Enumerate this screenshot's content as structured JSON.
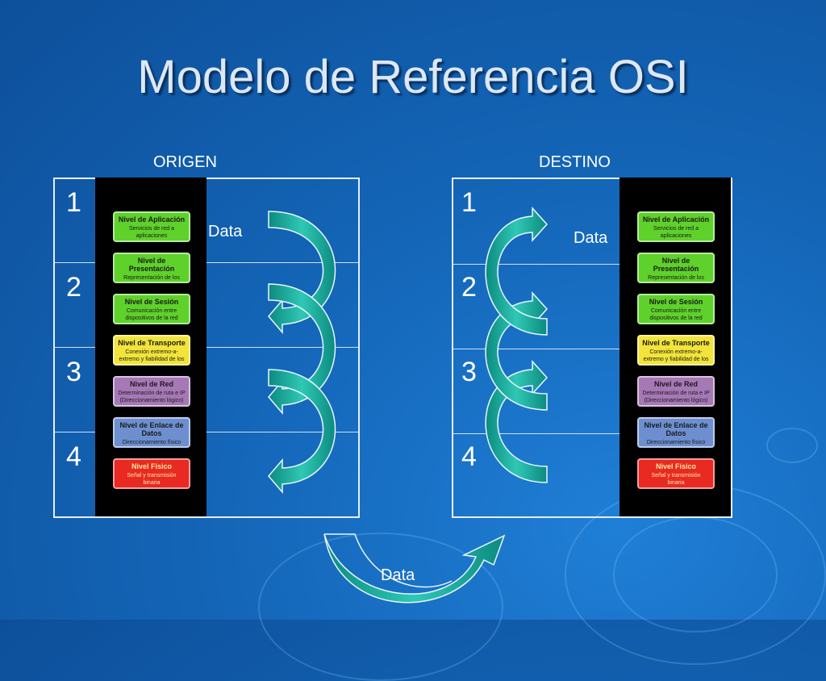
{
  "title": "Modelo de Referencia OSI",
  "origen_label": "ORIGEN",
  "destino_label": "DESTINO",
  "row_numbers": [
    "1",
    "2",
    "3",
    "4"
  ],
  "data_label": "Data",
  "layers": [
    {
      "name": "Nivel de Aplicación",
      "desc": "Servicios de red a aplicaciones",
      "color": "#5fd12b"
    },
    {
      "name": "Nivel de Presentación",
      "desc": "Representación de los datos",
      "color": "#5fd12b"
    },
    {
      "name": "Nivel de Sesión",
      "desc": "Comunicación entre dispositivos de la red",
      "color": "#5fd12b"
    },
    {
      "name": "Nivel de Transporte",
      "desc": "Conexión extremo-a-extremo y fiabilidad de los datos",
      "color": "#f2e43a"
    },
    {
      "name": "Nivel de Red",
      "desc": "Determinación de ruta e IP (Direccionamiento lógico)",
      "color": "#a678b6"
    },
    {
      "name": "Nivel de Enlace de Datos",
      "desc": "Direccionamiento físico (MAC y LLC)",
      "color": "#6d8fd0"
    },
    {
      "name": "Nivel Físico",
      "desc": "Señal y transmisión binaria",
      "color": "#e82a22"
    }
  ],
  "colors": {
    "arrow": "#14a89a",
    "arrow_light": "#2fc8b4",
    "stack_bg": "#000000"
  }
}
